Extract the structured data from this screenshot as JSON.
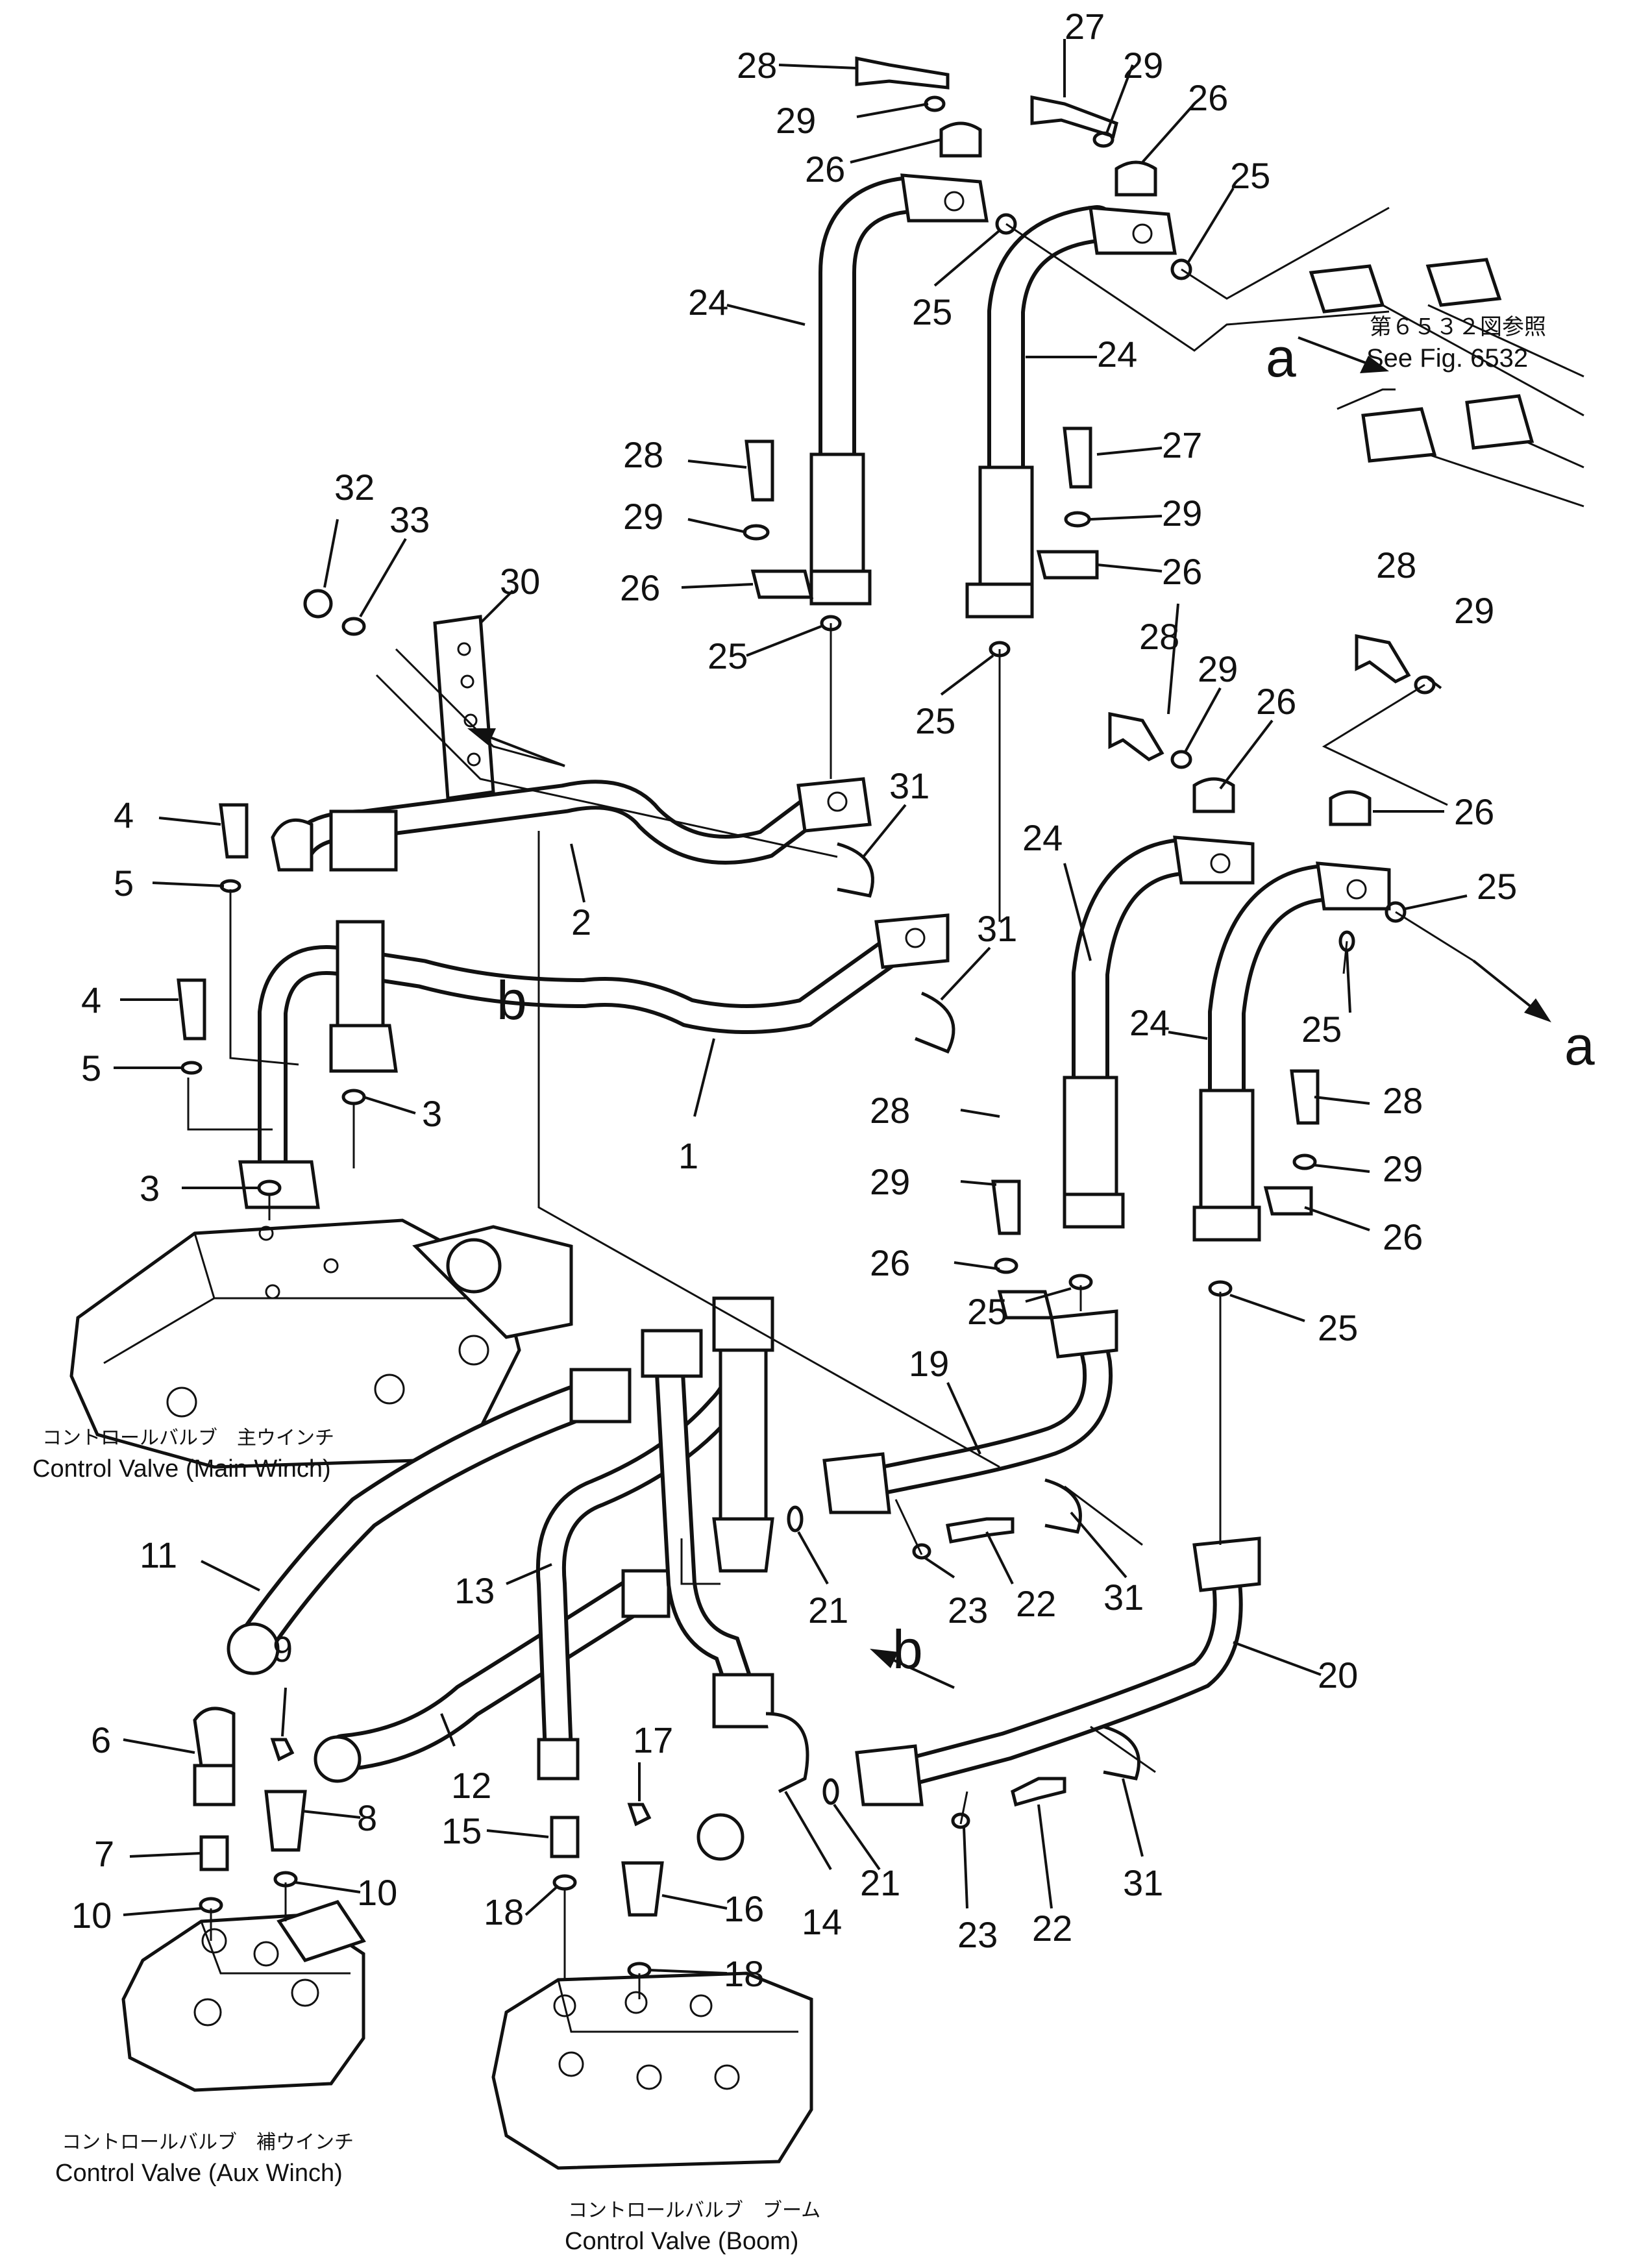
{
  "figure": {
    "reference": {
      "jp": "第６５３２図参照",
      "en": "See Fig. 6532"
    },
    "captions": {
      "main_winch": {
        "jp": "コントロールバルブ　主ウインチ",
        "en": "Control Valve (Main Winch)"
      },
      "aux_winch": {
        "jp": "コントロールバルブ　補ウインチ",
        "en": "Control Valve (Aux Winch)"
      },
      "boom": {
        "jp": "コントロールバルブ　ブーム",
        "en": "Control Valve (Boom)"
      }
    },
    "connection_letters": [
      "a",
      "a",
      "b",
      "b"
    ],
    "callouts": [
      "28",
      "29",
      "26",
      "27",
      "29",
      "26",
      "25",
      "25",
      "24",
      "24",
      "28",
      "29",
      "26",
      "27",
      "29",
      "26",
      "25",
      "25",
      "32",
      "33",
      "30",
      "31",
      "31",
      "4",
      "5",
      "4",
      "5",
      "2",
      "1",
      "3",
      "3",
      "28",
      "29",
      "28",
      "29",
      "26",
      "26",
      "24",
      "24",
      "25",
      "25",
      "28",
      "29",
      "26",
      "28",
      "29",
      "26",
      "25",
      "25",
      "19",
      "31",
      "21",
      "23",
      "22",
      "20",
      "31",
      "21",
      "23",
      "22",
      "11",
      "13",
      "9",
      "6",
      "8",
      "7",
      "10",
      "10",
      "12",
      "15",
      "17",
      "18",
      "16",
      "14",
      "18"
    ]
  }
}
